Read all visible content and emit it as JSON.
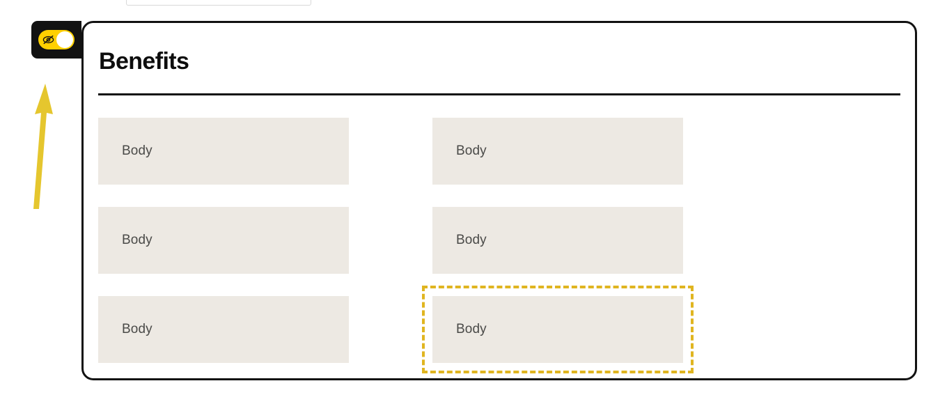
{
  "page": {
    "background_color": "#ffffff"
  },
  "top_clipped_field": {
    "name": "clipped-input-field",
    "border_color": "#d8d8d8"
  },
  "annotation": {
    "arrow": {
      "icon": "arrow-up-icon",
      "color": "#E5C62E",
      "points_to": "visibility-toggle"
    },
    "selection_outline": {
      "color": "#E0B520",
      "style": "dashed",
      "target": "benefit-box-6"
    }
  },
  "visibility_toggle": {
    "badge_background": "#121212",
    "track_color": "#FFD000",
    "knob_color": "#ffffff",
    "icon": "eye-off-icon",
    "state": "on"
  },
  "card": {
    "border_color": "#121212",
    "background": "#ffffff",
    "title": "Benefits",
    "divider_color": "#0d0d0d"
  },
  "benefits": {
    "box_background": "#EDE9E3",
    "label_color": "#4a4a48",
    "items": [
      {
        "label": "Body",
        "column": "left",
        "row": 1,
        "selected": false
      },
      {
        "label": "Body",
        "column": "right",
        "row": 1,
        "selected": false
      },
      {
        "label": "Body",
        "column": "left",
        "row": 2,
        "selected": false
      },
      {
        "label": "Body",
        "column": "right",
        "row": 2,
        "selected": false
      },
      {
        "label": "Body",
        "column": "left",
        "row": 3,
        "selected": false
      },
      {
        "label": "Body",
        "column": "right",
        "row": 3,
        "selected": true
      }
    ]
  }
}
